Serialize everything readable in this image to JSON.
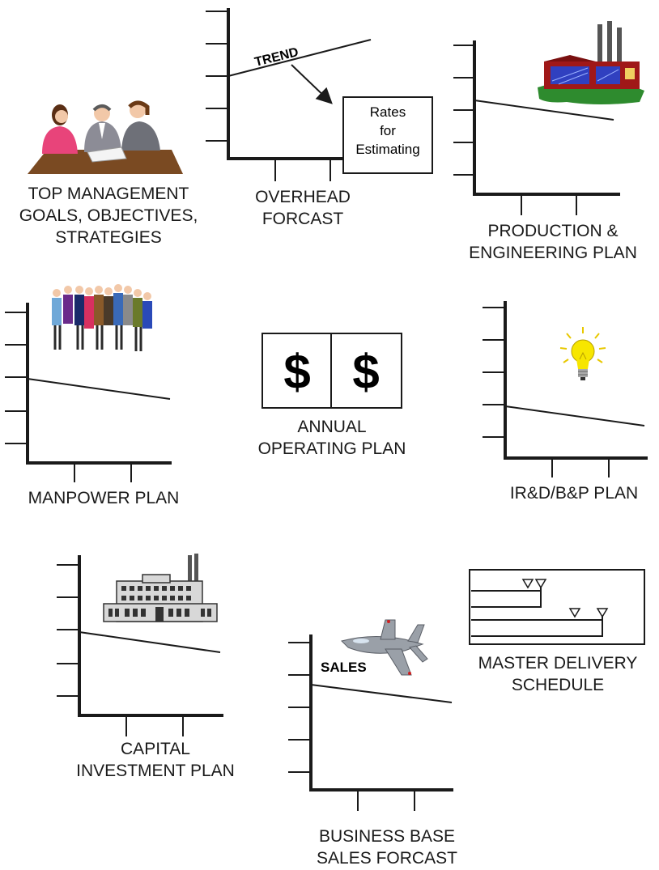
{
  "top_management": {
    "lines": [
      "TOP MANAGEMENT",
      "GOALS, OBJECTIVES,",
      "STRATEGIES"
    ]
  },
  "overhead": {
    "trend_label": "TREND",
    "box_lines": [
      "Rates",
      "for",
      "Estimating"
    ],
    "lines": [
      "OVERHEAD",
      "FORCAST"
    ]
  },
  "production": {
    "lines": [
      "PRODUCTION &",
      "ENGINEERING  PLAN"
    ]
  },
  "manpower": {
    "lines": [
      "MANPOWER PLAN"
    ]
  },
  "annual": {
    "symbols": [
      "$",
      "$"
    ],
    "lines": [
      "ANNUAL",
      "OPERATING  PLAN"
    ]
  },
  "irdbp": {
    "lines": [
      "IR&D/B&P  PLAN"
    ]
  },
  "capital": {
    "lines": [
      "CAPITAL",
      "INVESTMENT  PLAN"
    ]
  },
  "sales": {
    "sales_label": "SALES",
    "lines": [
      "BUSINESS BASE",
      "SALES FORCAST"
    ]
  },
  "delivery": {
    "lines": [
      "MASTER DELIVERY",
      "SCHEDULE"
    ]
  },
  "icons": [
    "meeting-people-icon",
    "factory-icon",
    "workforce-group-icon",
    "lightbulb-icon",
    "office-building-icon",
    "fighter-jet-icon"
  ],
  "colors": {
    "line": "#1a1a1a",
    "factory_wall": "#a01818",
    "factory_window": "#3040c0",
    "grass": "#2e8b2e",
    "bulb": "#f7e600",
    "table": "#7a4a22",
    "jet": "#9aa0a8"
  }
}
